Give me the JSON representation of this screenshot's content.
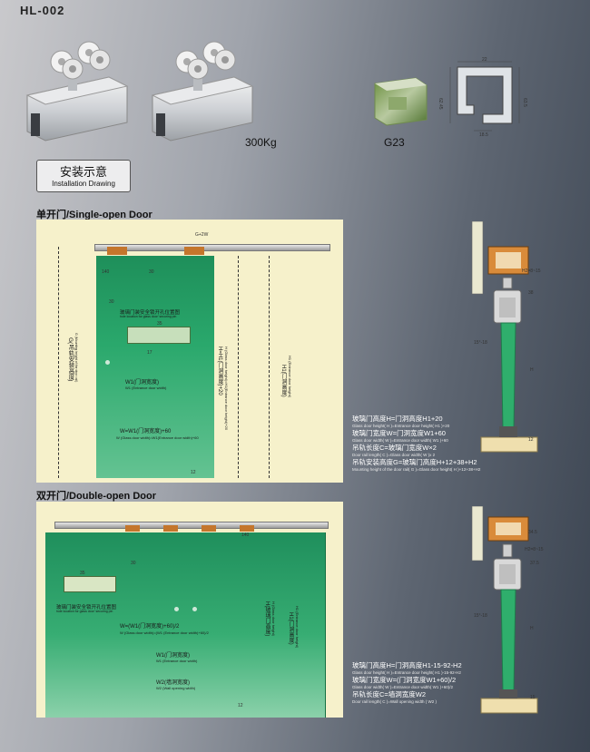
{
  "header": {
    "model": "HL-002",
    "weight": "300Kg",
    "profile_code": "G23"
  },
  "profile_dims": [
    "22",
    "62.45",
    "63.5",
    "18.5"
  ],
  "installation": {
    "title_zh": "安装示意",
    "title_en": "Installation Drawing"
  },
  "single": {
    "title": "单开门/Single-open Door",
    "total": "G+2W",
    "d140": "140",
    "d30a": "30",
    "d30b": "30",
    "d35": "35",
    "d17": "17",
    "d12": "12",
    "lock_zh": "玻璃门装安全锁开孔位置图",
    "lock_en": "hole location for glass door' securing pin",
    "w1_zh": "W1(门洞宽度)",
    "w1_en": "W1 (Entrance door width)",
    "w_zh": "W=W1(门洞宽度)+60",
    "w_en": "W (Glass door width)=W1(Entrance door width)+60",
    "g_zh": "G(吊轨安装高度)",
    "g_en": "G (Mounting height of the door rail)",
    "h_zh": "H=H1(门洞高度)+20",
    "h_en": "H (Glass door height)=H1(Entrance door height)+20",
    "h1_zh": "H1(门洞高度)",
    "h1_en": "H1 (Entrance door height)",
    "side": {
      "d1": "H2=8~15",
      "d2": "38",
      "d3": "15°-18",
      "d4": "H",
      "d5": "12"
    },
    "formulas": [
      {
        "zh": "玻璃门高度H=门洞高度H1+20",
        "en": "Glass door height( H )=Entrance door height( H1 )+20"
      },
      {
        "zh": "玻璃门宽度W=门洞宽度W1+60",
        "en": "Glass door width( W )=Entrance door width( W1 )+60"
      },
      {
        "zh": "吊轨长度C=玻璃门宽度W×2",
        "en": "Door rail length( C )=Glass door width( W )x 2"
      },
      {
        "zh": "吊轨安装高度G=玻璃门高度H+12+38+H2",
        "en": "Mounting height of the door rail( G )=Glass door height( H )+12+38+H2"
      }
    ]
  },
  "double": {
    "title": "双开门/Double-open Door",
    "d140": "140",
    "d30": "30",
    "d35": "35",
    "d12": "12",
    "lock_zh": "玻璃门装安全锁开孔位置图",
    "lock_en": "hole location for glass door' securing pin",
    "w_zh": "W=(W1(门洞宽度)+60)/2",
    "w_en": "W (Glass door width)=(W1 (Entrance door width)+60)/2",
    "w1_zh": "W1(门洞宽度)",
    "w1_en": "W1 (Entrance door width)",
    "w2_zh": "W2(墙洞宽度)",
    "w2_en": "W2 (Wall opening width)",
    "h_zh": "H(玻璃门高度)",
    "h_en": "H (Glass door height)",
    "h1_zh": "H1(门洞高度)",
    "h1_en": "H1 (Entrance door height)",
    "side": {
      "d1": "34.5",
      "d2": "H2=8~15",
      "d3": "37.5",
      "d4": "15°-18",
      "d5": "H",
      "d6": "15"
    },
    "formulas": [
      {
        "zh": "玻璃门高度H=门洞高度H1-15-92-H2",
        "en": "Glass door height( H )=Entrance door height( H1 )-15-92-H2"
      },
      {
        "zh": "玻璃门宽度W=(门洞宽度W1+60)/2",
        "en": "Glass door width( W )=Entrance door width( W1 )+60)/2"
      },
      {
        "zh": "吊轨长度C=墙洞宽度W2",
        "en": "Door rail length( C )=Wall opening width ( W2 )"
      }
    ]
  }
}
